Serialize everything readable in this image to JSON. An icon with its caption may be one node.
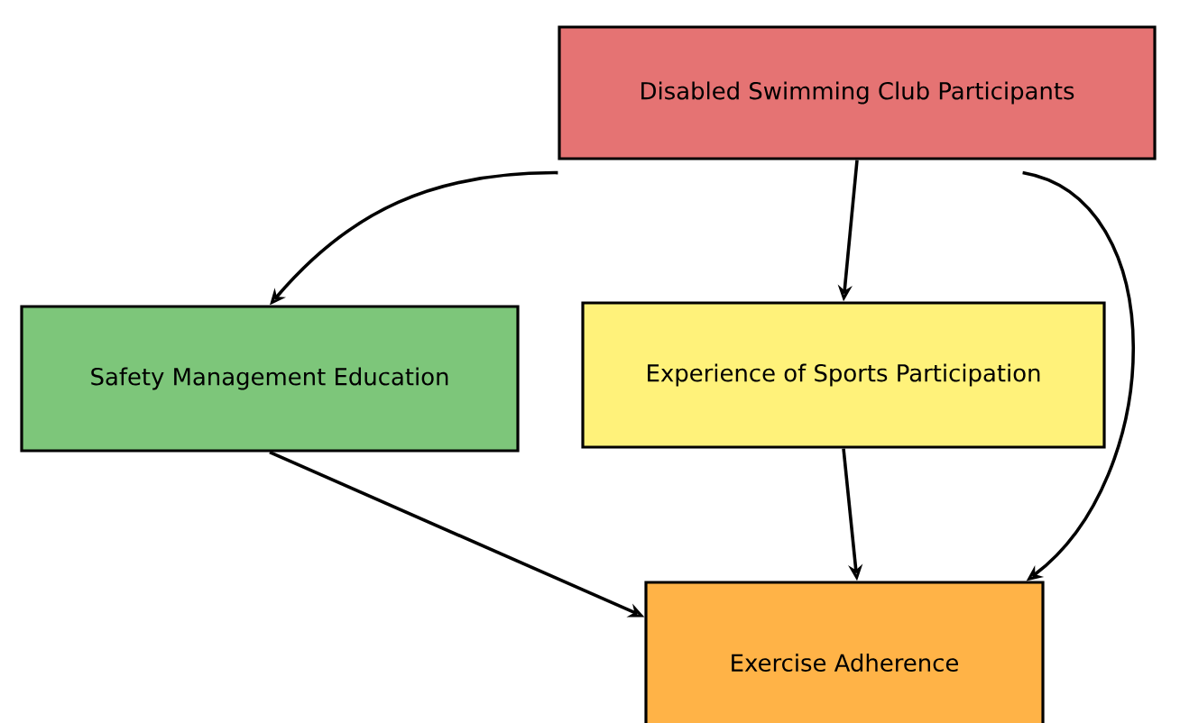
{
  "diagram": {
    "nodes": [
      {
        "text": [
          "Disabled Swimming Club Participants"
        ]
      },
      {
        "text": [
          "Safety Management Education"
        ]
      },
      {
        "text": [
          "Experience of Sports Participation"
        ]
      },
      {
        "text": [
          "Exercise Adherence"
        ]
      }
    ],
    "edges": [
      {
        "from": 0,
        "to": 1,
        "arrow": "to"
      },
      {
        "from": 0,
        "to": 2,
        "arrow": "to"
      },
      {
        "from": 0,
        "to": 3,
        "arrow": "to"
      },
      {
        "from": 1,
        "to": 3,
        "arrow": "to"
      },
      {
        "from": 2,
        "to": 3,
        "arrow": "to"
      }
    ]
  }
}
